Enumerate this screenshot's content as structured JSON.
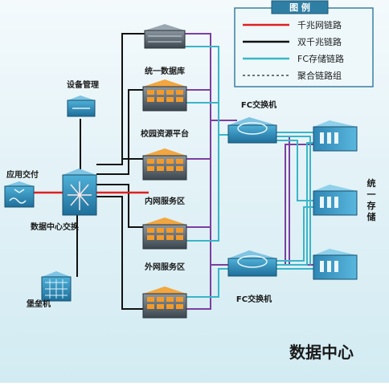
{
  "title": "数据中心",
  "legend": {
    "title": "图 例",
    "items": [
      {
        "label": "千兆网链路",
        "color": "#e02020",
        "style": "solid"
      },
      {
        "label": "双千兆链路",
        "color": "#111111",
        "style": "solid"
      },
      {
        "label": "FC存储链路",
        "color": "#3ab5c8",
        "style": "solid"
      },
      {
        "label": "聚合链路组",
        "color": "#444444",
        "style": "dashed"
      }
    ]
  },
  "colors": {
    "gigabit": "#e02020",
    "dual_gigabit": "#111111",
    "fc": "#3ab5c8",
    "aggregation": "#7b3fa0"
  },
  "nodes": {
    "device_mgmt": "设备管理",
    "app_delivery": "应用交付",
    "dc_switch": "数据中心交换",
    "bastion": "堡垒机",
    "unified_db": "统一数据库",
    "campus_platform": "校园资源平台",
    "intranet_zone": "内网服务区",
    "extranet_zone": "外网服务区",
    "fc_switch_top": "FC交换机",
    "fc_switch_bottom": "FC交换机",
    "unified_storage": "统一存储"
  }
}
